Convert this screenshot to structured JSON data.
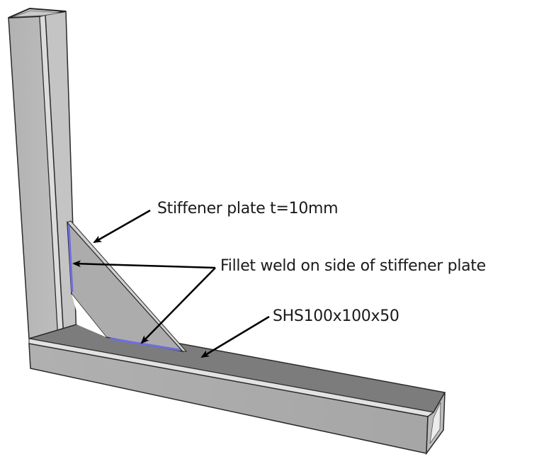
{
  "diagram": {
    "title": "",
    "subject": "Steel SHS L-frame corner with triangular stiffener plate",
    "colors": {
      "background": "#ffffff",
      "steel_light": "#b8b8b8",
      "steel_mid": "#a9a9a9",
      "steel_top": "#7a7a7a",
      "steel_highlight": "#e4e4e4",
      "outline": "#2a2a2a",
      "weld": "#6e6ee0",
      "arrow": "#000000"
    },
    "labels": {
      "stiffener": "Stiffener plate t=10mm",
      "weld": "Fillet weld on side of stiffener plate",
      "section": "SHS100x100x50"
    },
    "components": [
      {
        "id": "vertical-member",
        "type": "SHS",
        "orientation": "vertical"
      },
      {
        "id": "horizontal-member",
        "type": "SHS",
        "orientation": "horizontal",
        "section": "SHS100x100x50"
      },
      {
        "id": "stiffener-plate",
        "type": "plate",
        "thickness": "10mm"
      },
      {
        "id": "weld-vertical",
        "type": "fillet weld",
        "location": "stiffener to vertical member"
      },
      {
        "id": "weld-horizontal",
        "type": "fillet weld",
        "location": "stiffener to horizontal member"
      }
    ],
    "annotations": [
      {
        "text_key": "stiffener",
        "points_to": "stiffener-plate"
      },
      {
        "text_key": "weld",
        "points_to": [
          "weld-vertical",
          "weld-horizontal"
        ]
      },
      {
        "text_key": "section",
        "points_to": "horizontal-member"
      }
    ]
  }
}
